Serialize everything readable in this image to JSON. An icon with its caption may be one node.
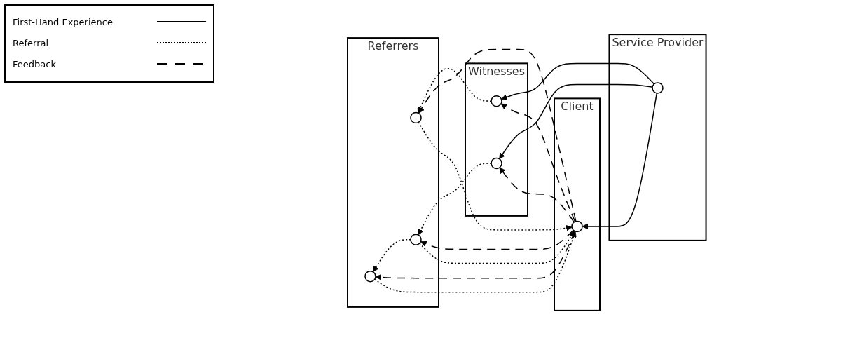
{
  "diagram": {
    "nodes": [
      {
        "text": [
          "Client"
        ]
      },
      {
        "text": [],
        "shape": "circle",
        "in": 0
      },
      {
        "text": [
          "Referrers"
        ]
      },
      {
        "text": [],
        "shape": "circle",
        "in": 2
      },
      {
        "text": [],
        "shape": "circle",
        "in": 2
      },
      {
        "text": [],
        "shape": "circle",
        "in": 2
      },
      {
        "text": [
          "Witnesses"
        ]
      },
      {
        "text": [],
        "shape": "circle",
        "in": 6
      },
      {
        "text": [],
        "shape": "circle",
        "in": 6
      },
      {
        "text": [
          "Service Provider"
        ]
      },
      {
        "text": [],
        "shape": "circle",
        "in": 9
      }
    ],
    "edges": [
      {
        "from": 10,
        "to": 7,
        "arrow": "to"
      },
      {
        "from": 10,
        "to": 8,
        "arrow": "to"
      },
      {
        "from": 10,
        "to": 1,
        "arrow": "to"
      },
      {
        "from": 7,
        "to": 3,
        "arrow": "to",
        "style": "dashed"
      },
      {
        "from": 8,
        "to": 4,
        "arrow": "to",
        "style": "dashed"
      },
      {
        "from": 3,
        "to": 1,
        "arrow": "to",
        "style": "dashed"
      },
      {
        "from": 4,
        "to": 1,
        "arrow": "to",
        "style": "dashed"
      },
      {
        "from": 5,
        "to": 1,
        "arrow": "to",
        "style": "dashed"
      },
      {
        "from": 4,
        "to": 5,
        "arrow": "to",
        "style": "dashed"
      },
      {
        "from": 1,
        "to": 3,
        "arrow": "to",
        "style": "dashed"
      },
      {
        "from": 1,
        "to": 7,
        "arrow": "to",
        "style": "dashed"
      },
      {
        "from": 1,
        "to": 4,
        "arrow": "to",
        "style": "dashed"
      },
      {
        "from": 1,
        "to": 5,
        "arrow": "to",
        "style": "dashed"
      },
      {
        "from": 1,
        "to": 8,
        "arrow": "to",
        "style": "dashed"
      }
    ],
    "legend": [
      {
        "text": "First-Hand Experience"
      },
      {
        "text": "Referral"
      },
      {
        "text": "Feedback"
      }
    ]
  }
}
